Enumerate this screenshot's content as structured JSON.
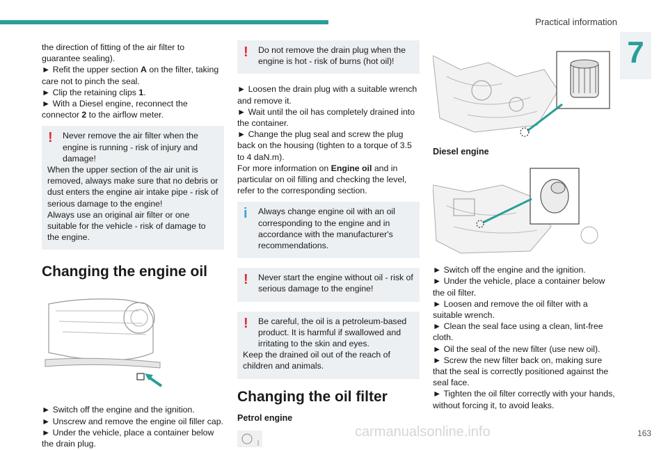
{
  "header": {
    "section_title": "Practical information",
    "chapter_number": "7"
  },
  "col1": {
    "p1": "the direction of fitting of the air filter to guarantee sealing).",
    "p2a": "► Refit the upper section ",
    "p2b": "A",
    "p2c": " on the filter, taking care not to pinch the seal.",
    "p3a": "► Clip the retaining clips ",
    "p3b": "1",
    "p3c": ".",
    "p4a": "► With a Diesel engine, reconnect the connector ",
    "p4b": "2",
    "p4c": " to the airflow meter.",
    "warning": {
      "l1": "Never remove the air filter when the engine is running - risk of injury and damage!",
      "l2": "When the upper section of the air unit is removed, always make sure that no debris or dust enters the engine air intake pipe - risk of serious damage to the engine!",
      "l3": "Always use an original air filter or one suitable for the vehicle - risk of damage to the engine."
    },
    "heading": "Changing the engine oil",
    "steps": [
      "► Switch off the engine and the ignition.",
      "► Unscrew and remove the engine oil filler cap.",
      "► Under the vehicle, place a container below the drain plug."
    ]
  },
  "col2": {
    "warning1": "Do not remove the drain plug when the engine is hot - risk of burns (hot oil)!",
    "steps": [
      "► Loosen the drain plug with a suitable wrench and remove it.",
      "► Wait until the oil has completely drained into the container.",
      "► Change the plug seal and screw the plug back on the housing (tighten to a torque of 3.5 to 4 daN.m)."
    ],
    "more_a": "For more information on ",
    "more_b": "Engine oil",
    "more_c": " and in particular on oil filling and checking the level, refer to the corresponding section.",
    "info": "Always change engine oil with an oil corresponding to the engine and in accordance with the manufacturer's recommendations.",
    "warning2": "Never start the engine without oil - risk of serious damage to the engine!",
    "warning3_l1": "Be careful, the oil is a petroleum-based product. It is harmful if swallowed and irritating to the skin and eyes.",
    "warning3_l2": "Keep the drained oil out of the reach of children and animals.",
    "heading": "Changing the oil filter",
    "subheading": "Petrol engine"
  },
  "col3": {
    "diesel_label": "Diesel engine",
    "steps": [
      "► Switch off the engine and the ignition.",
      "► Under the vehicle, place a container below the oil filter.",
      "► Loosen and remove the oil filter with a suitable wrench.",
      "► Clean the seal face using a clean, lint-free cloth.",
      "► Oil the seal of the new filter (use new oil).",
      "► Screw the new filter back on, making sure that the seal is correctly positioned against the seal face.",
      "► Tighten the oil filter correctly with your hands, without forcing it, to avoid leaks."
    ]
  },
  "footer": {
    "page_number": "163",
    "watermark": "carmanualsonline.info"
  },
  "colors": {
    "accent": "#2a9d9a",
    "warning": "#e0283a",
    "info": "#3aa0e0",
    "box_bg": "#edf0f2"
  }
}
